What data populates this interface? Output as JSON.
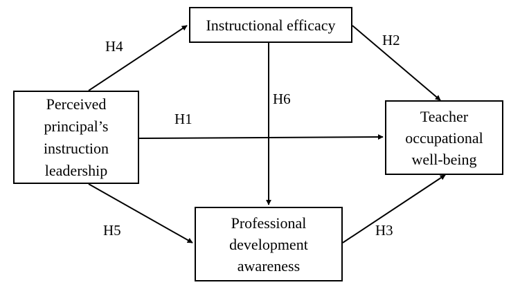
{
  "diagram": {
    "nodes": {
      "instructional_efficacy": "Instructional  efficacy",
      "principal_leadership": "Perceived\nprincipal’s\ninstruction\nleadership",
      "teacher_wellbeing": "Teacher\noccupational\nwell-being",
      "professional_development": "Professional\ndevelopment\nawareness"
    },
    "hypotheses": {
      "h1": "H1",
      "h2": "H2",
      "h3": "H3",
      "h4": "H4",
      "h5": "H5",
      "h6": "H6"
    },
    "colors": {
      "stroke": "#000000",
      "background": "#ffffff"
    }
  }
}
